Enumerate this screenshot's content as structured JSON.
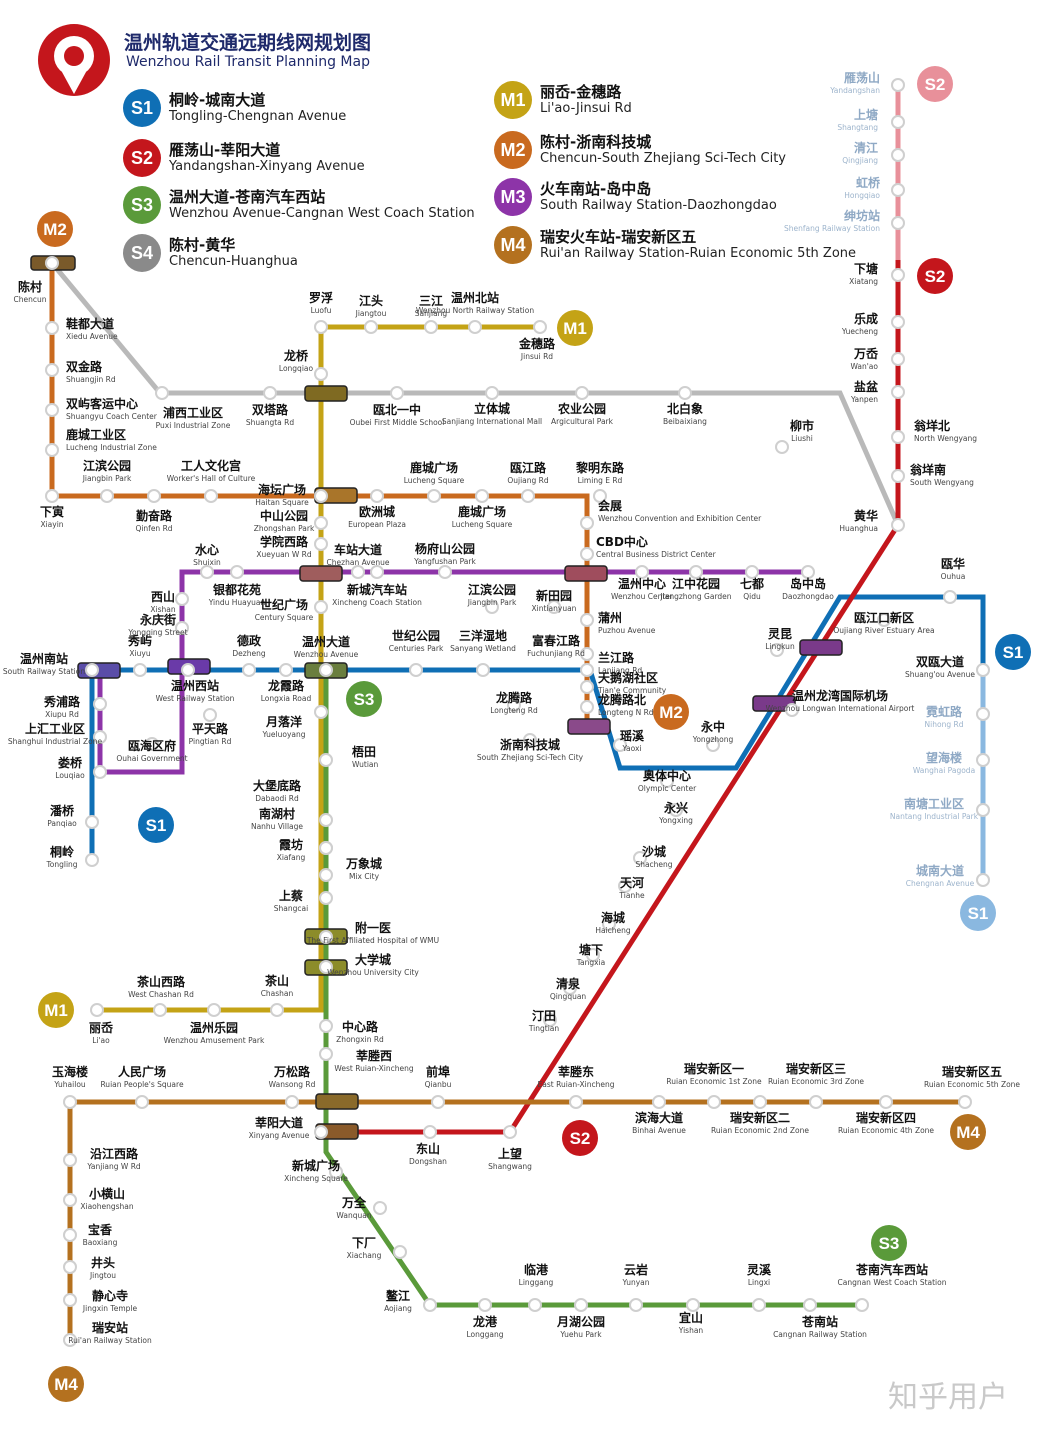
{
  "title": {
    "zh": "温州轨道交通远期线网规划图",
    "en": "Wenzhou Rail Transit Planning Map"
  },
  "colors": {
    "S1": "#0f6fb5",
    "S1_future": "#8ab8e0",
    "S2": "#c4161c",
    "S2_future": "#e8909a",
    "S3": "#5a9a3a",
    "S4": "#8a8a8a",
    "M1": "#c4a316",
    "M2": "#c96a1f",
    "M3": "#8d34a8",
    "M4": "#b4711f",
    "logo": "#c4161c"
  },
  "legend": [
    {
      "code": "S1",
      "zh": "桐岭-城南大道",
      "en": "Tongling-Chengnan Avenue"
    },
    {
      "code": "S2",
      "zh": "雁荡山-莘阳大道",
      "en": "Yandangshan-Xinyang Avenue"
    },
    {
      "code": "S3",
      "zh": "温州大道-苍南汽车西站",
      "en": "Wenzhou Avenue-Cangnan West Coach Station"
    },
    {
      "code": "S4",
      "zh": "陈村-黄华",
      "en": "Chencun-Huanghua"
    },
    {
      "code": "M1",
      "zh": "丽岙-金穗路",
      "en": "Li'ao-Jinsui Rd"
    },
    {
      "code": "M2",
      "zh": "陈村-浙南科技城",
      "en": "Chencun-South Zhejiang Sci-Tech City"
    },
    {
      "code": "M3",
      "zh": "火车南站-岛中岛",
      "en": "South Railway Station-Daozhongdao"
    },
    {
      "code": "M4",
      "zh": "瑞安火车站-瑞安新区五",
      "en": "Rui'an Railway Station-Ruian Economic 5th Zone"
    }
  ],
  "stations": [
    {
      "zh": "雁荡山",
      "en": "Yandangshan"
    },
    {
      "zh": "上塘",
      "en": "Shangtang"
    },
    {
      "zh": "清江",
      "en": "Qingjiang"
    },
    {
      "zh": "虹桥",
      "en": "Hongqiao"
    },
    {
      "zh": "绅坊站",
      "en": "Shenfang Railway Station"
    },
    {
      "zh": "下塘",
      "en": "Xiatang"
    },
    {
      "zh": "乐成",
      "en": "Yuecheng"
    },
    {
      "zh": "万岙",
      "en": "Wan'ao"
    },
    {
      "zh": "盐盆",
      "en": "Yanpen"
    },
    {
      "zh": "翁垟北",
      "en": "North Wengyang"
    },
    {
      "zh": "翁垟南",
      "en": "South Wengyang"
    },
    {
      "zh": "黄华",
      "en": "Huanghua"
    },
    {
      "zh": "陈村",
      "en": "Chencun"
    },
    {
      "zh": "鞋都大道",
      "en": "Xiedu Avenue"
    },
    {
      "zh": "双金路",
      "en": "Shuangjin Rd"
    },
    {
      "zh": "双屿客运中心",
      "en": "Shuangyu Coach Center"
    },
    {
      "zh": "鹿城工业区",
      "en": "Lucheng Industrial Zone"
    },
    {
      "zh": "下寅",
      "en": "Xiayin"
    },
    {
      "zh": "勤奋路",
      "en": "Qinfen Rd"
    },
    {
      "zh": "江滨公园",
      "en": "Jiangbin Park"
    },
    {
      "zh": "工人文化宫",
      "en": "Worker's Hall of Culture"
    },
    {
      "zh": "浦西工业区",
      "en": "Puxi Industrial Zone"
    },
    {
      "zh": "双塔路",
      "en": "Shuangta Rd"
    },
    {
      "zh": "瓯北一中",
      "en": "Oubei First Middle School"
    },
    {
      "zh": "立体城",
      "en": "Sanjiang International Mall"
    },
    {
      "zh": "农业公园",
      "en": "Argicultural Park"
    },
    {
      "zh": "北白象",
      "en": "Beibaixiang"
    },
    {
      "zh": "柳市",
      "en": "Liushi"
    },
    {
      "zh": "罗浮",
      "en": "Luofu"
    },
    {
      "zh": "江头",
      "en": "Jiangtou"
    },
    {
      "zh": "三江",
      "en": "Sanjiang"
    },
    {
      "zh": "温州北站",
      "en": "Wenzhou North Railway Station"
    },
    {
      "zh": "金穗路",
      "en": "Jinsui Rd"
    },
    {
      "zh": "龙桥",
      "en": "Longqiao"
    },
    {
      "zh": "海坛广场",
      "en": "Haitan Square"
    },
    {
      "zh": "鹿城广场",
      "en": "Lucheng Square"
    },
    {
      "zh": "瓯江路",
      "en": "Oujiang Rd"
    },
    {
      "zh": "黎明东路",
      "en": "Liming E Rd"
    },
    {
      "zh": "中山公园",
      "en": "Zhongshan Park"
    },
    {
      "zh": "欧洲城",
      "en": "European Plaza"
    },
    {
      "zh": "鹿城广场",
      "en": "Lucheng Square"
    },
    {
      "zh": "会展",
      "en": "Wenzhou Convention and Exhibition Center"
    },
    {
      "zh": "学院西路",
      "en": "Xueyuan W Rd"
    },
    {
      "zh": "CBD中心",
      "en": "Central Business District Center"
    },
    {
      "zh": "水心",
      "en": "Shuixin"
    },
    {
      "zh": "车站大道",
      "en": "Chezhan Avenue"
    },
    {
      "zh": "杨府山公园",
      "en": "Yangfushan Park"
    },
    {
      "zh": "银都花苑",
      "en": "Yindu Huayuan"
    },
    {
      "zh": "新城汽车站",
      "en": "Xincheng Coach Station"
    },
    {
      "zh": "温州中心",
      "en": "Wenzhou Center"
    },
    {
      "zh": "江中花园",
      "en": "Jiangzhong Garden"
    },
    {
      "zh": "七都",
      "en": "Qidu"
    },
    {
      "zh": "岛中岛",
      "en": "Daozhongdao"
    },
    {
      "zh": "西山",
      "en": "Xishan"
    },
    {
      "zh": "永庆街",
      "en": "Yongqing Street"
    },
    {
      "zh": "世纪广场",
      "en": "Century Square"
    },
    {
      "zh": "江滨公园",
      "en": "Jiangbin Park"
    },
    {
      "zh": "新田园",
      "en": "Xintianyuan"
    },
    {
      "zh": "蒲州",
      "en": "Puzhou Avenue"
    },
    {
      "zh": "瓯华",
      "en": "Ouhua"
    },
    {
      "zh": "温州南站",
      "en": "South Railway Station"
    },
    {
      "zh": "秀屿",
      "en": "Xiuyu"
    },
    {
      "zh": "德政",
      "en": "Dezheng"
    },
    {
      "zh": "温州大道",
      "en": "Wenzhou Avenue"
    },
    {
      "zh": "世纪公园",
      "en": "Centuries Park"
    },
    {
      "zh": "三洋湿地",
      "en": "Sanyang Wetland"
    },
    {
      "zh": "富春江路",
      "en": "Fuchunjiang Rd"
    },
    {
      "zh": "兰江路",
      "en": "Lanjiang Rd"
    },
    {
      "zh": "天鹅湖社区",
      "en": "Tian'e Community"
    },
    {
      "zh": "龙腾路北",
      "en": "Longteng N Rd"
    },
    {
      "zh": "灵昆",
      "en": "Lingkun"
    },
    {
      "zh": "瓯江口新区",
      "en": "Oujiang River Estuary Area"
    },
    {
      "zh": "双瓯大道",
      "en": "Shuang'ou Avenue"
    },
    {
      "zh": "温州西站",
      "en": "West Railway Station"
    },
    {
      "zh": "龙霞路",
      "en": "Longxia Road"
    },
    {
      "zh": "秀浦路",
      "en": "Xiupu Rd"
    },
    {
      "zh": "上汇工业区",
      "en": "Shanghui Industrial Zone"
    },
    {
      "zh": "平天路",
      "en": "Pingtian Rd"
    },
    {
      "zh": "月落洋",
      "en": "Yueluoyang"
    },
    {
      "zh": "龙腾路",
      "en": "Longteng Rd"
    },
    {
      "zh": "温州龙湾国际机场",
      "en": "Wenzhou Longwan International Airport"
    },
    {
      "zh": "霓虹路",
      "en": "Nihong Rd"
    },
    {
      "zh": "娄桥",
      "en": "Louqiao"
    },
    {
      "zh": "瓯海区府",
      "en": "Ouhai Government"
    },
    {
      "zh": "浙南科技城",
      "en": "South Zhejiang Sci-Tech City"
    },
    {
      "zh": "瑶溪",
      "en": "Yaoxi"
    },
    {
      "zh": "永中",
      "en": "Yongzhong"
    },
    {
      "zh": "望海楼",
      "en": "Wanghai Pagoda"
    },
    {
      "zh": "梧田",
      "en": "Wutian"
    },
    {
      "zh": "奥体中心",
      "en": "Olympic Center"
    },
    {
      "zh": "永兴",
      "en": "Yongxing"
    },
    {
      "zh": "南塘工业区",
      "en": "Nantang Industrial Park"
    },
    {
      "zh": "潘桥",
      "en": "Panqiao"
    },
    {
      "zh": "大堡底路",
      "en": "Dabaodi Rd"
    },
    {
      "zh": "南湖村",
      "en": "Nanhu Village"
    },
    {
      "zh": "桐岭",
      "en": "Tongling"
    },
    {
      "zh": "霞坊",
      "en": "Xiafang"
    },
    {
      "zh": "万象城",
      "en": "Mix City"
    },
    {
      "zh": "沙城",
      "en": "Shacheng"
    },
    {
      "zh": "天河",
      "en": "Tianhe"
    },
    {
      "zh": "城南大道",
      "en": "Chengnan Avenue"
    },
    {
      "zh": "上蔡",
      "en": "Shangcai"
    },
    {
      "zh": "海城",
      "en": "Haicheng"
    },
    {
      "zh": "附一医",
      "en": "The First Affiliated Hospital of WMU"
    },
    {
      "zh": "塘下",
      "en": "Tangxia"
    },
    {
      "zh": "大学城",
      "en": "Wenzhou University City"
    },
    {
      "zh": "清泉",
      "en": "Qingquan"
    },
    {
      "zh": "茶山西路",
      "en": "West Chashan Rd"
    },
    {
      "zh": "茶山",
      "en": "Chashan"
    },
    {
      "zh": "汀田",
      "en": "Tingtian"
    },
    {
      "zh": "丽岙",
      "en": "Li'ao"
    },
    {
      "zh": "温州乐园",
      "en": "Wenzhou Amusement Park"
    },
    {
      "zh": "中心路",
      "en": "Zhongxin Rd"
    },
    {
      "zh": "莘塍西",
      "en": "West Ruian-Xincheng"
    },
    {
      "zh": "玉海楼",
      "en": "Yuhailou"
    },
    {
      "zh": "人民广场",
      "en": "Ruian People's Square"
    },
    {
      "zh": "万松路",
      "en": "Wansong Rd"
    },
    {
      "zh": "前埠",
      "en": "Qianbu"
    },
    {
      "zh": "莘塍东",
      "en": "East Ruian-Xincheng"
    },
    {
      "zh": "瑞安新区一",
      "en": "Ruian Economic 1st Zone"
    },
    {
      "zh": "瑞安新区三",
      "en": "Ruian Economic 3rd Zone"
    },
    {
      "zh": "瑞安新区五",
      "en": "Ruian Economic 5th Zone"
    },
    {
      "zh": "滨海大道",
      "en": "Binhai Avenue"
    },
    {
      "zh": "瑞安新区二",
      "en": "Ruian Economic 2nd Zone"
    },
    {
      "zh": "瑞安新区四",
      "en": "Ruian Economic 4th Zone"
    },
    {
      "zh": "莘阳大道",
      "en": "Xinyang Avenue"
    },
    {
      "zh": "东山",
      "en": "Dongshan"
    },
    {
      "zh": "上望",
      "en": "Shangwang"
    },
    {
      "zh": "沿江西路",
      "en": "Yanjiang W Rd"
    },
    {
      "zh": "新城广场",
      "en": "Xincheng Square"
    },
    {
      "zh": "万全",
      "en": "Wanquan"
    },
    {
      "zh": "小横山",
      "en": "Xiaohengshan"
    },
    {
      "zh": "下厂",
      "en": "Xiachang"
    },
    {
      "zh": "宝香",
      "en": "Baoxiang"
    },
    {
      "zh": "井头",
      "en": "Jingtou"
    },
    {
      "zh": "临港",
      "en": "Linggang"
    },
    {
      "zh": "云岩",
      "en": "Yunyan"
    },
    {
      "zh": "灵溪",
      "en": "Lingxi"
    },
    {
      "zh": "苍南汽车西站",
      "en": "Cangnan West Coach Station"
    },
    {
      "zh": "静心寺",
      "en": "Jingxin Temple"
    },
    {
      "zh": "鳌江",
      "en": "Aojiang"
    },
    {
      "zh": "瑞安站",
      "en": "Rui'an Railway Station"
    },
    {
      "zh": "龙港",
      "en": "Longgang"
    },
    {
      "zh": "月湖公园",
      "en": "Yuehu Park"
    },
    {
      "zh": "宜山",
      "en": "Yishan"
    },
    {
      "zh": "苍南站",
      "en": "Cangnan Railway Station"
    }
  ],
  "line_badges": [
    "M2",
    "S2",
    "S2",
    "M1",
    "S3",
    "M2",
    "S1",
    "S1",
    "S1",
    "M1",
    "S2",
    "M4",
    "S3",
    "M4"
  ],
  "watermark": "知乎用户"
}
